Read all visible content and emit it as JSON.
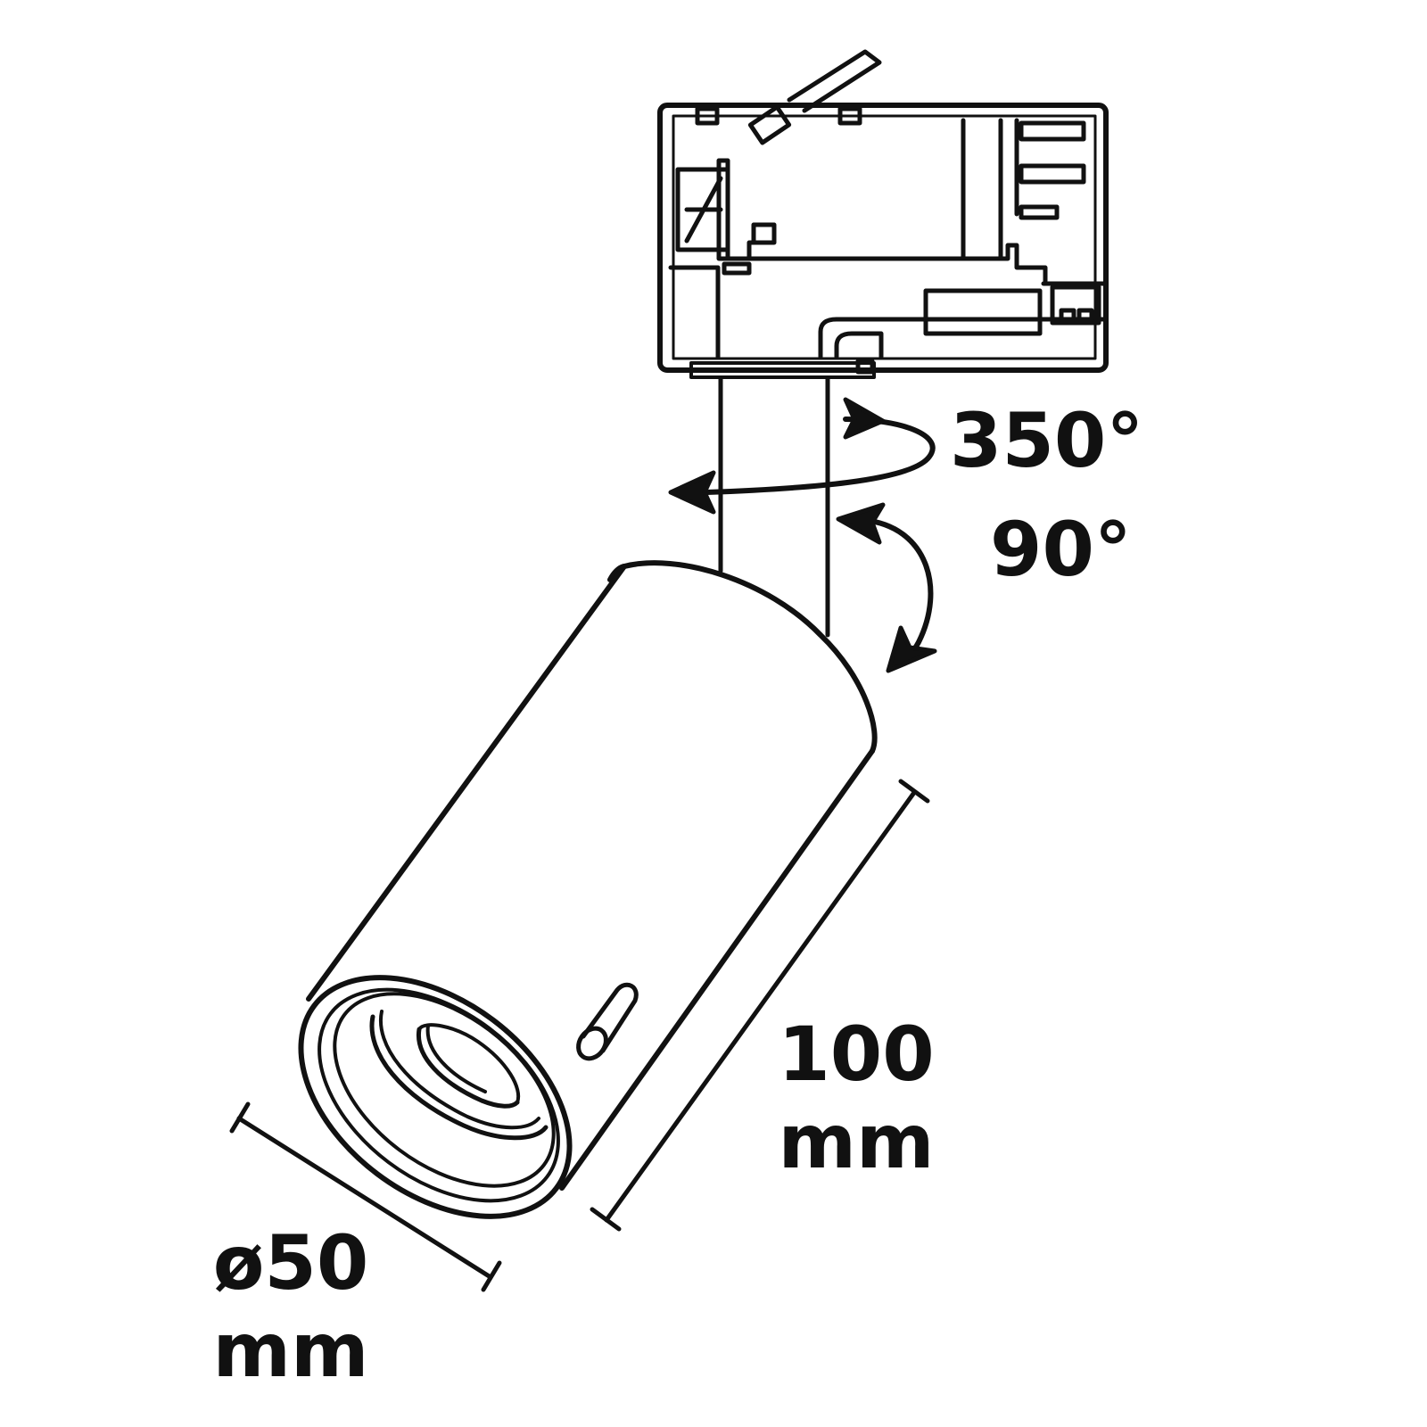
{
  "labels": {
    "rotation": "350°",
    "tilt": "90°",
    "length_value": "100",
    "length_unit": "mm",
    "diameter_value": "ø50",
    "diameter_unit": "mm"
  },
  "colors": {
    "line": "#111111",
    "background": "#ffffff"
  }
}
